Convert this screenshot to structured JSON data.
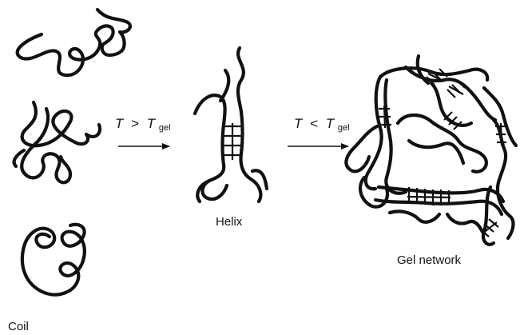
{
  "labels": {
    "coil": "Coil",
    "helix": "Helix",
    "gel_network": "Gel network"
  },
  "transitions": [
    {
      "variable": "T",
      "relation": ">",
      "threshold_symbol": "T",
      "threshold_subscript": "gel"
    },
    {
      "variable": "T",
      "relation": "<",
      "threshold_symbol": "T",
      "threshold_subscript": "gel"
    }
  ],
  "colors": {
    "ink": "#111111",
    "background": "#ffffff"
  }
}
